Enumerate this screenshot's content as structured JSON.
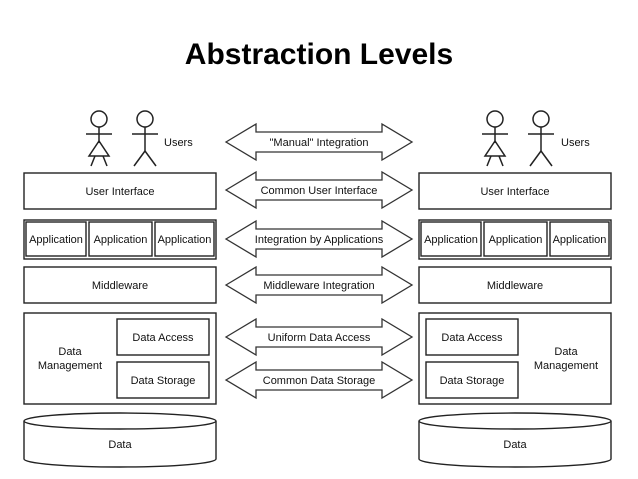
{
  "title": "Abstraction Levels",
  "left": {
    "users": "Users",
    "user_interface": "User Interface",
    "applications": [
      "Application",
      "Application",
      "Application"
    ],
    "middleware": "Middleware",
    "data_management": [
      "Data",
      "Management"
    ],
    "data_access": "Data Access",
    "data_storage": "Data Storage",
    "data": "Data"
  },
  "right": {
    "users": "Users",
    "user_interface": "User Interface",
    "applications": [
      "Application",
      "Application",
      "Application"
    ],
    "middleware": "Middleware",
    "data_management": [
      "Data",
      "Management"
    ],
    "data_access": "Data Access",
    "data_storage": "Data Storage",
    "data": "Data"
  },
  "integrations": [
    "\"Manual\" Integration",
    "Common User Interface",
    "Integration by Applications",
    "Middleware Integration",
    "Uniform Data Access",
    "Common Data Storage"
  ]
}
